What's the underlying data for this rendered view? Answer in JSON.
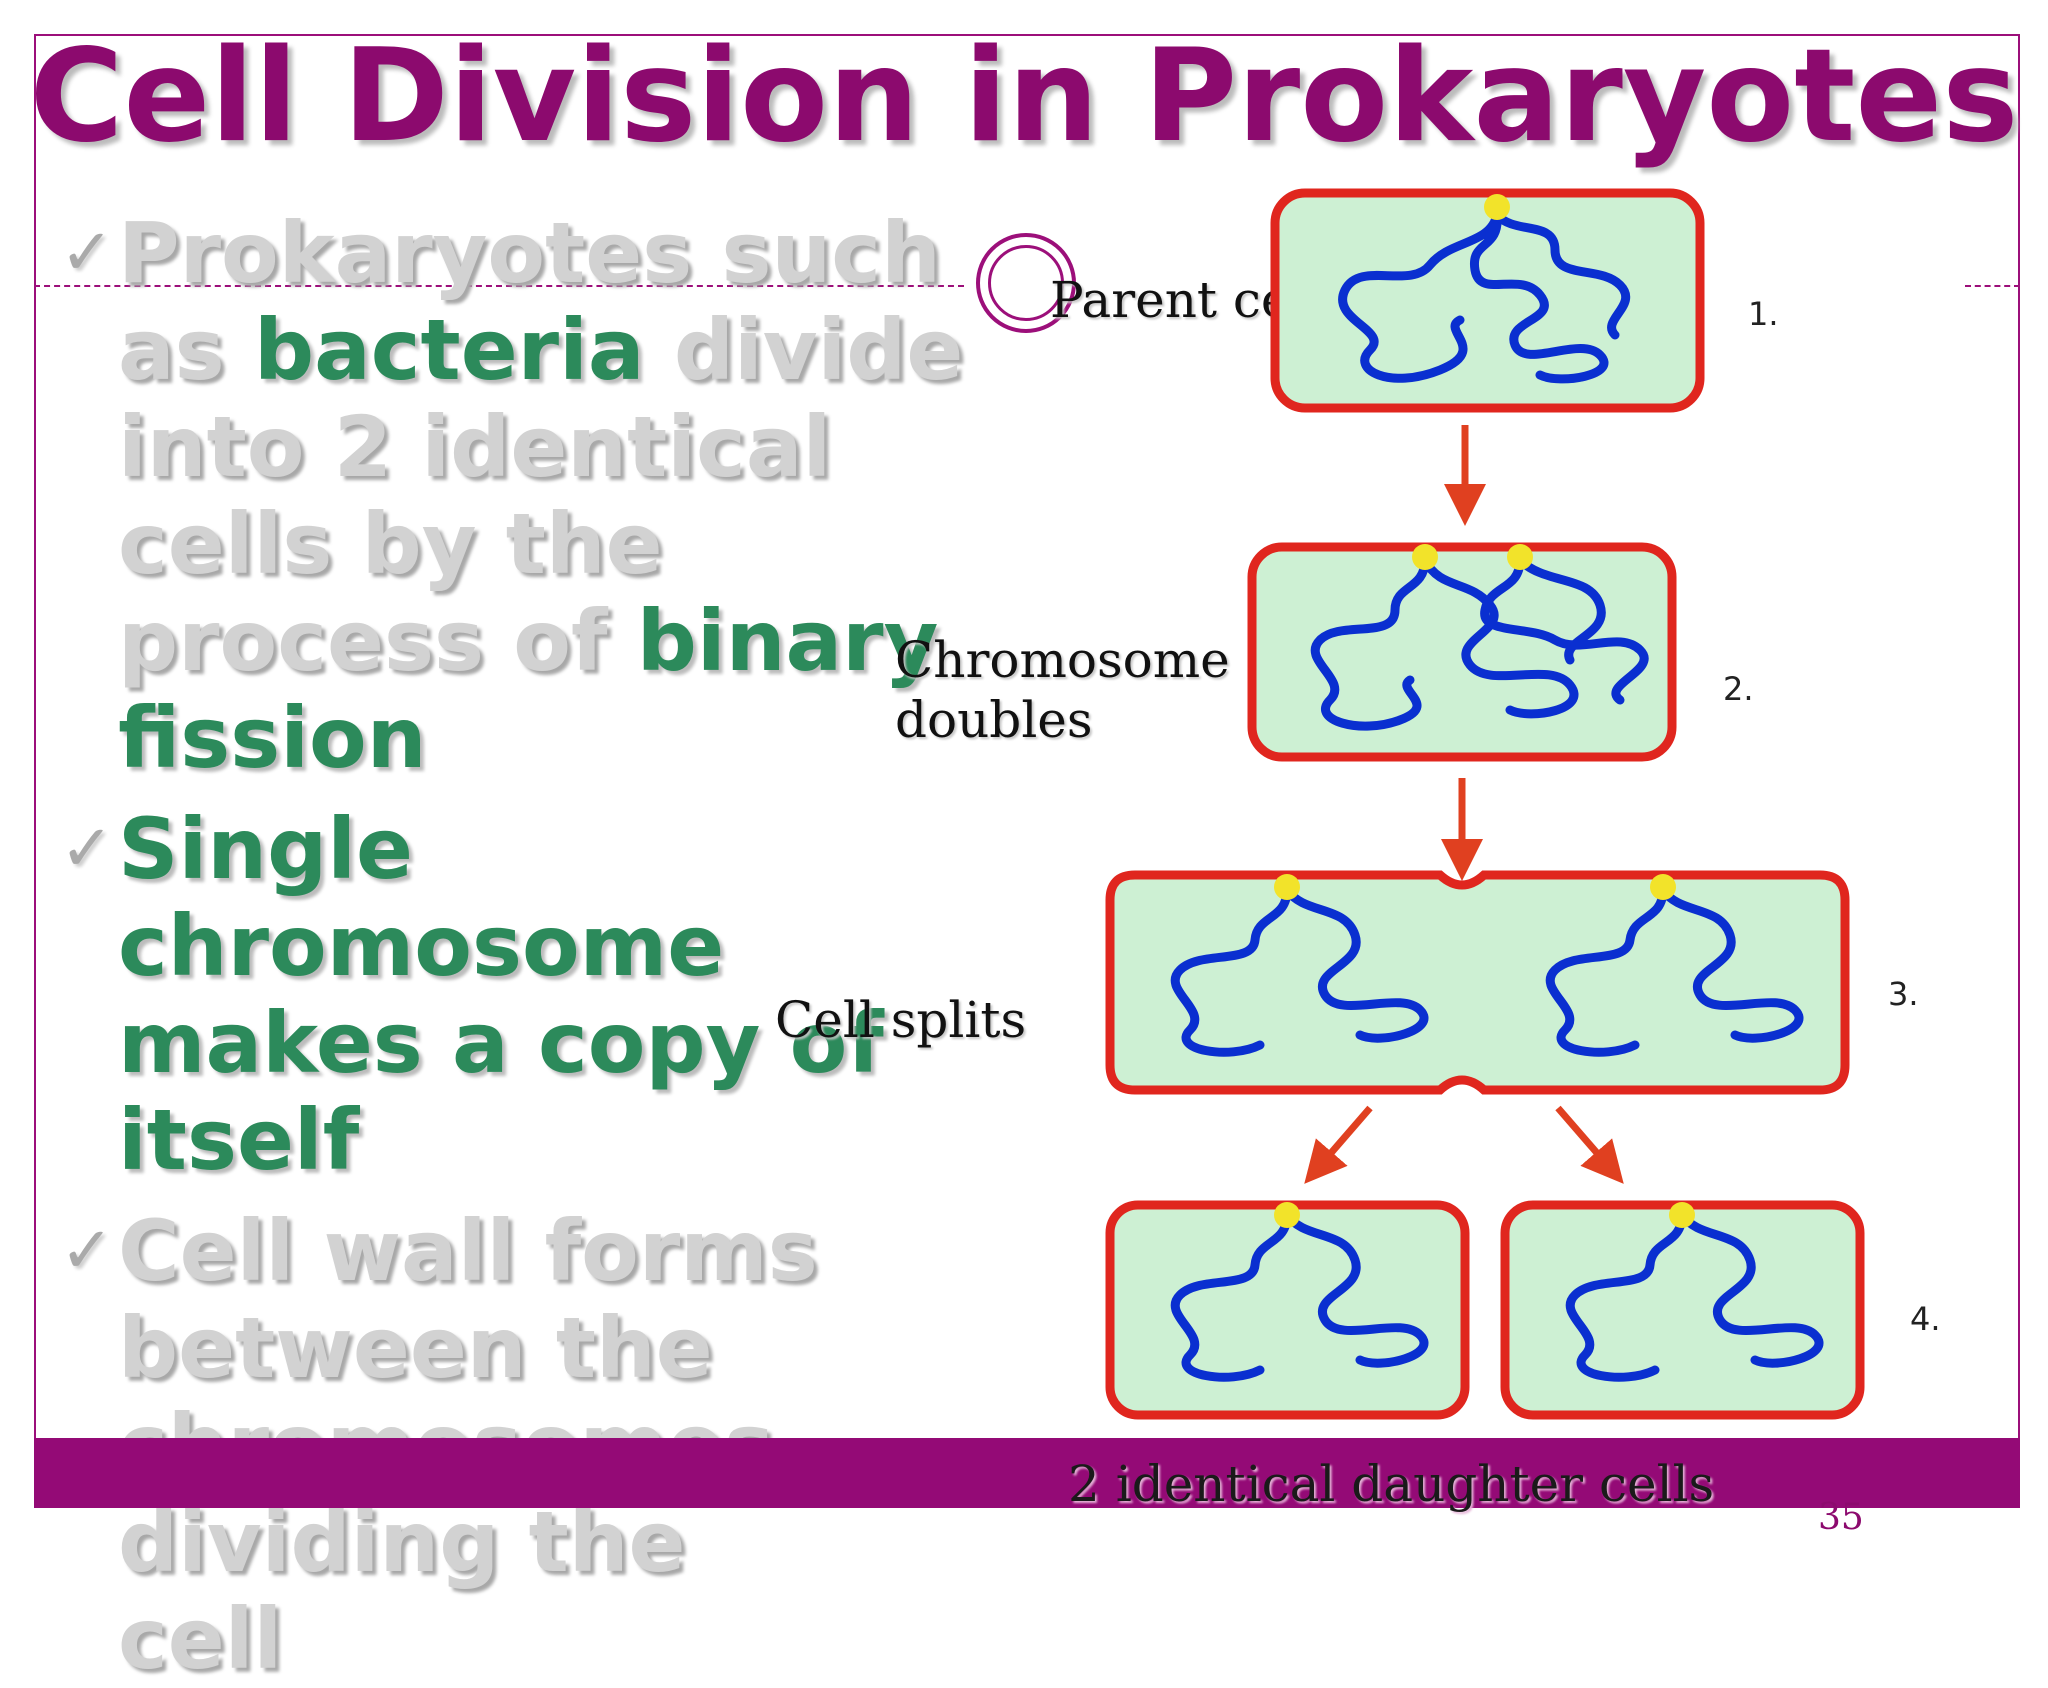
{
  "title": "Cell Division in Prokaryotes",
  "bullets": [
    {
      "segments": [
        {
          "text": "Prokaryotes such as ",
          "style": "gray"
        },
        {
          "text": "bacteria",
          "style": "green"
        },
        {
          "text": " divide into 2 identical cells by the process of ",
          "style": "gray"
        },
        {
          "text": "binary fission",
          "style": "green"
        }
      ]
    },
    {
      "segments": [
        {
          "text": "Single chromosome makes a copy of itself",
          "style": "green"
        }
      ]
    },
    {
      "segments": [
        {
          "text": "Cell wall forms between the chromosomes dividing the cell",
          "style": "gray"
        }
      ]
    }
  ],
  "labels": {
    "parent_cell": "Parent cell",
    "chromosome_doubles": "Chromosome doubles",
    "cell_splits": "Cell splits",
    "daughter_cells": "2 identical daughter cells"
  },
  "diagram": {
    "steps": [
      "1.",
      "2.",
      "3.",
      "4."
    ],
    "colors": {
      "cell_fill": "#cdf0d3",
      "cell_wall": "#e0261e",
      "chromosome": "#0a2fd0",
      "attachment": "#f2e32a",
      "arrow": "#e04020"
    }
  },
  "page_number": "35",
  "colors": {
    "accent": "#8c0a6e",
    "green_text": "#2c8a5b",
    "gray_text": "#d2d2d2"
  }
}
